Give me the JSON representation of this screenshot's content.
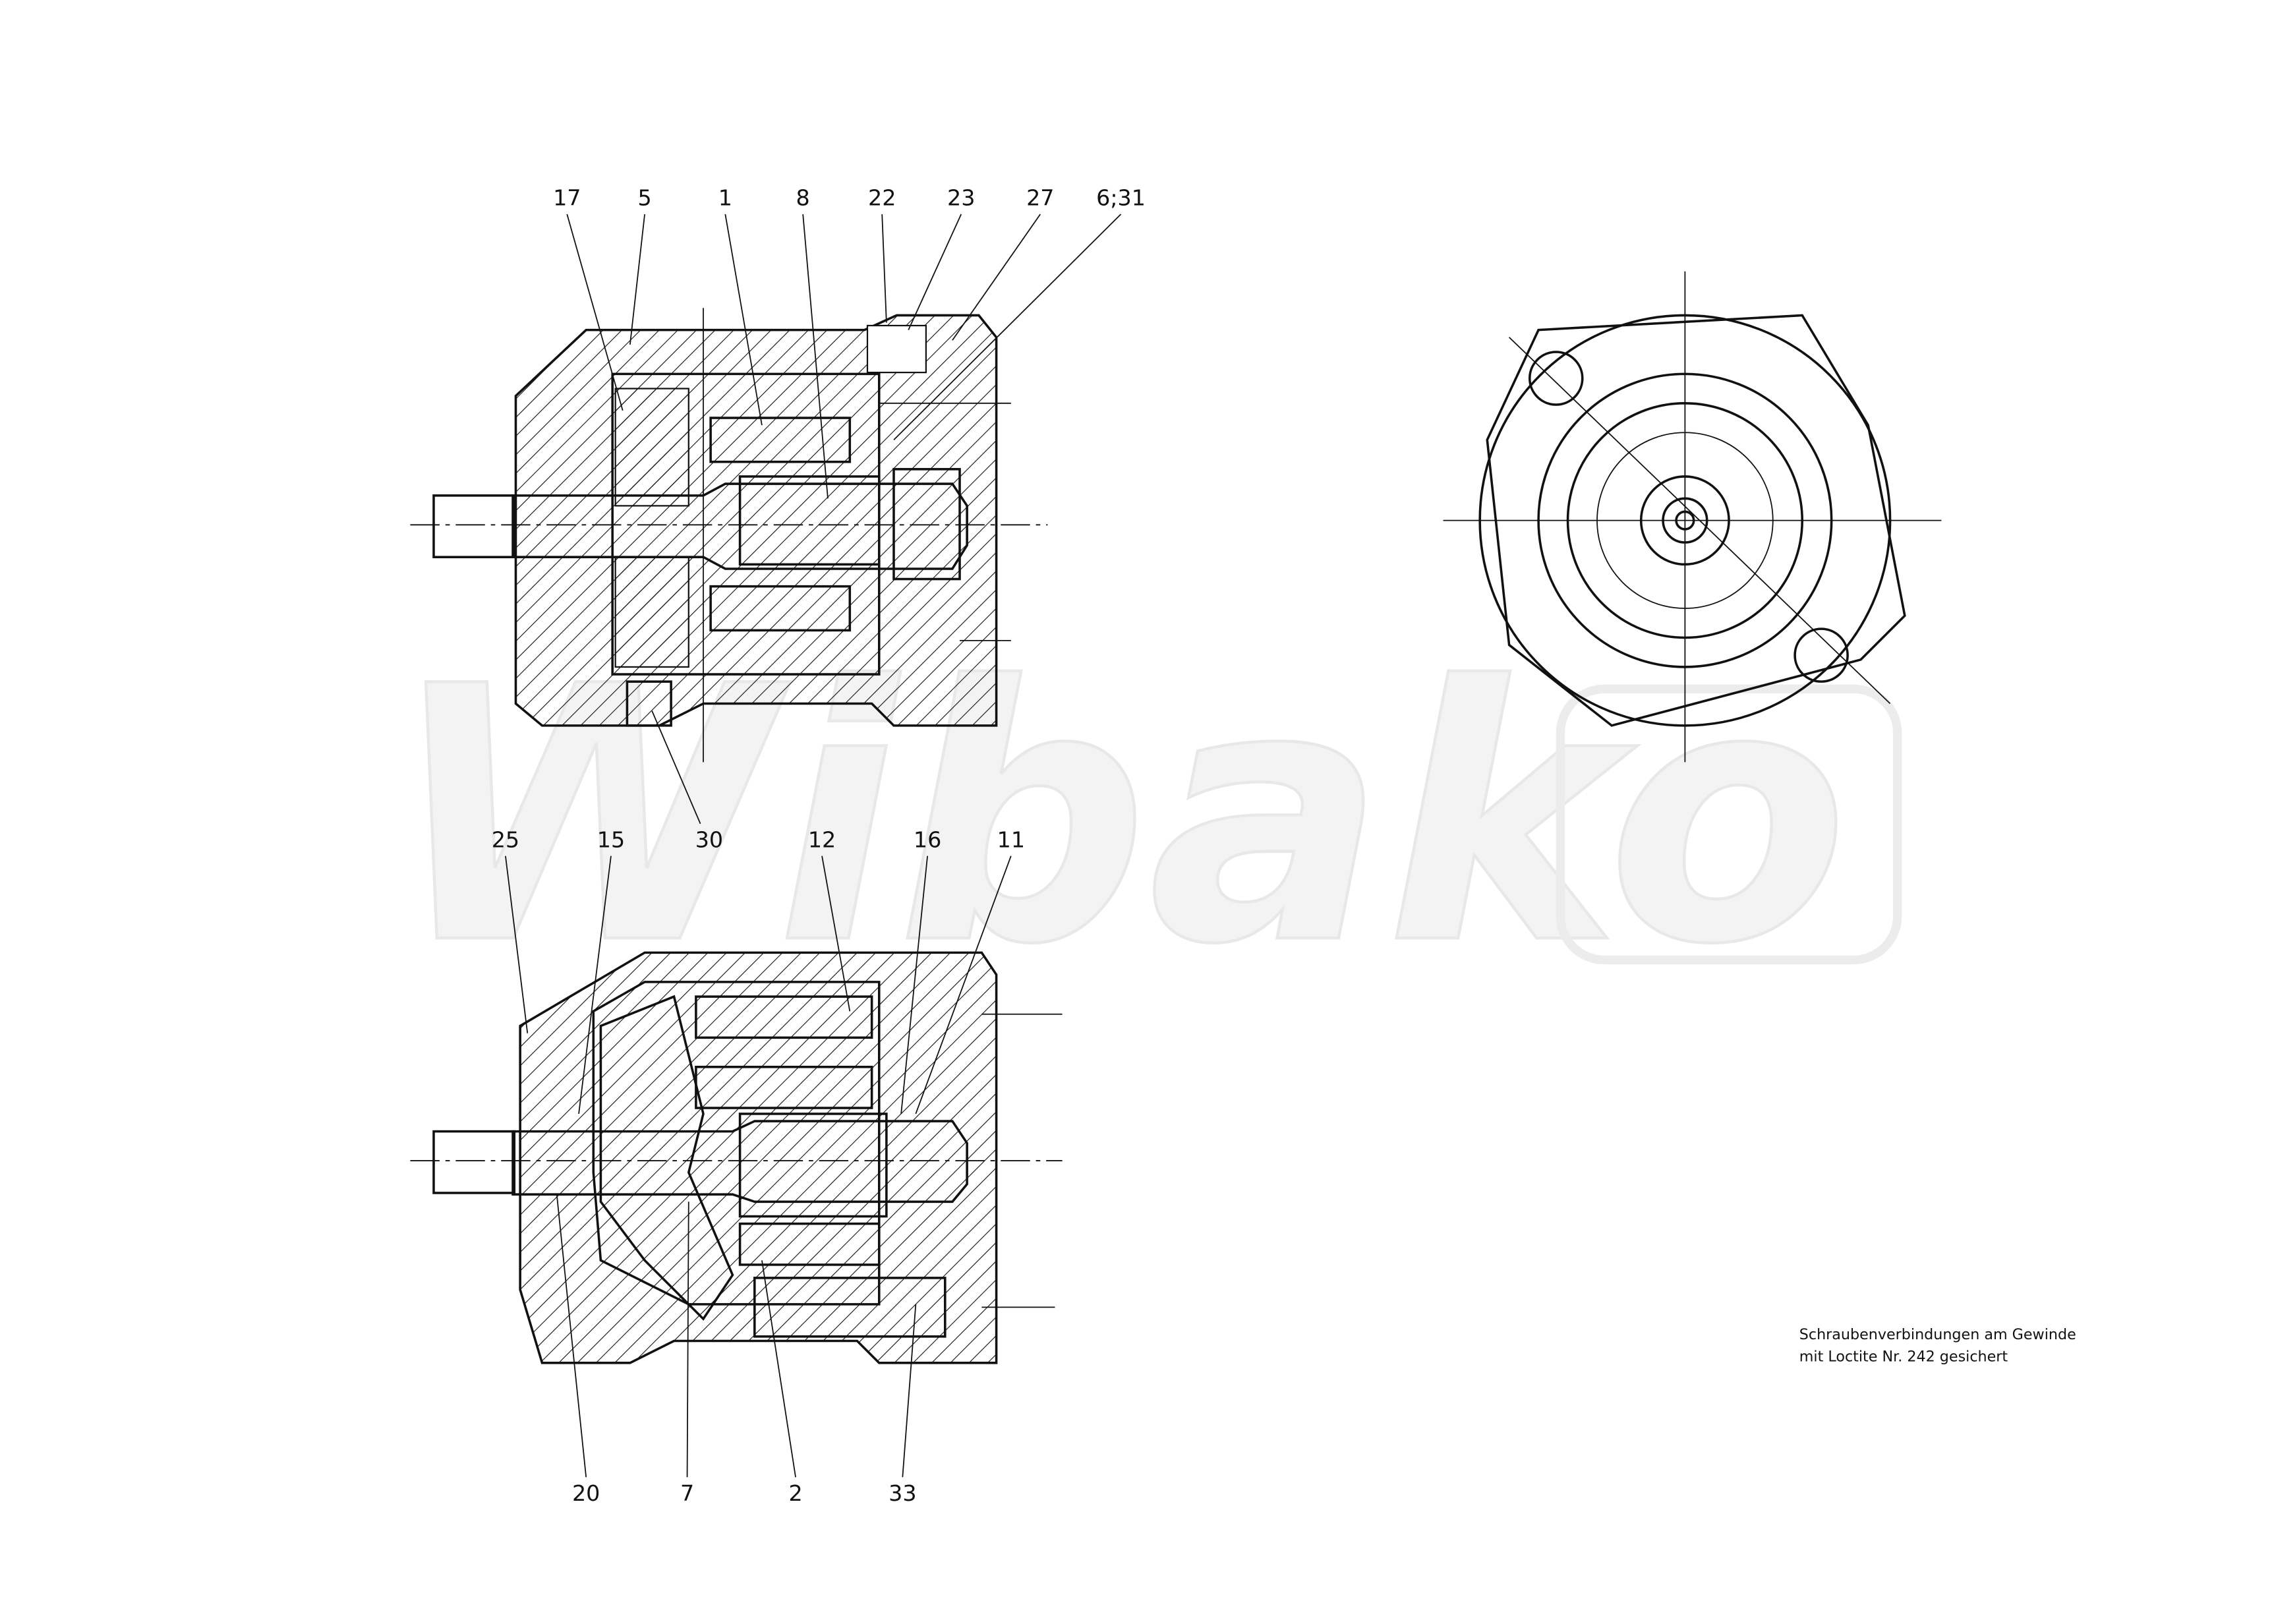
{
  "watermark": "Wibako",
  "top_view_labels": [
    "17",
    "5",
    "1",
    "8",
    "22",
    "23",
    "27",
    "6;31"
  ],
  "top_view_bottom_label": "30",
  "bottom_view_top_labels": [
    "25",
    "15",
    "12",
    "16",
    "11"
  ],
  "bottom_view_bottom_labels": [
    "20",
    "7",
    "2",
    "33"
  ],
  "note": {
    "line1": "Schraubenverbindungen am Gewinde",
    "line2": "mit Loctite Nr. 242 gesichert"
  }
}
